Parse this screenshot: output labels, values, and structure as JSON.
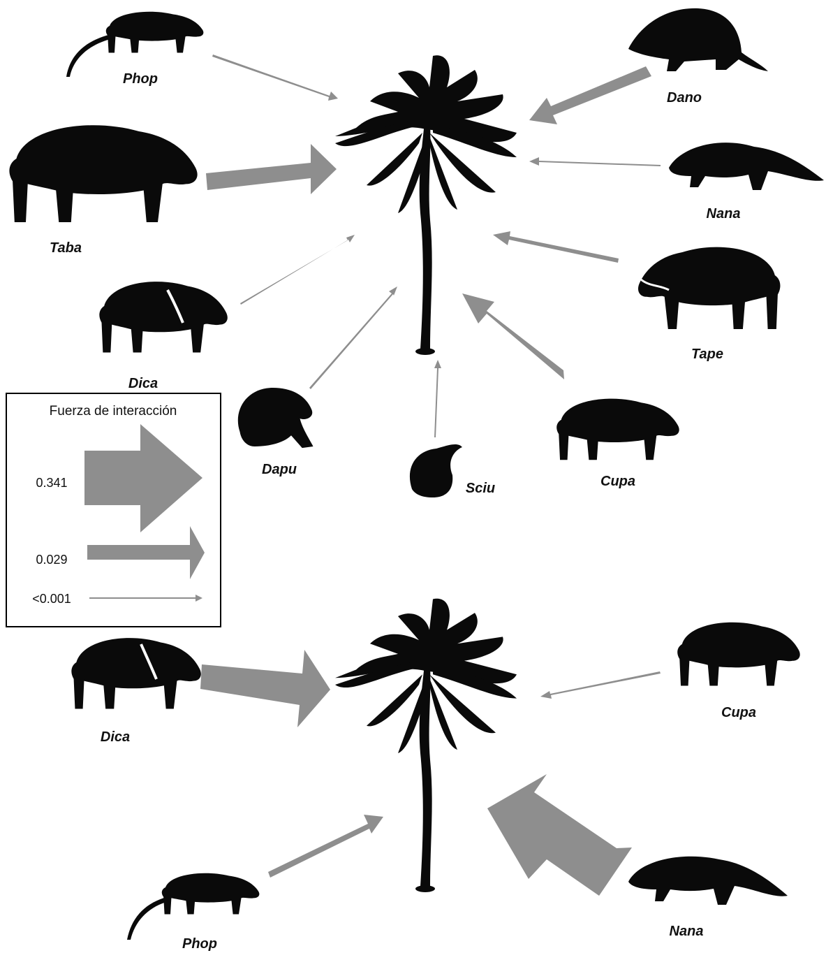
{
  "legend": {
    "title": "Fuerza de interacción",
    "entries": [
      "0.341",
      "0.029",
      "<0.001"
    ]
  },
  "networks": [
    {
      "animals": [
        "Phop",
        "Taba",
        "Dica",
        "Dapu",
        "Sciu",
        "Cupa",
        "Tape",
        "Nana",
        "Dano"
      ]
    },
    {
      "animals": [
        "Dica",
        "Cupa",
        "Phop",
        "Nana"
      ]
    }
  ],
  "colors": {
    "arrow": "#8e8e8e",
    "silhouette": "#0a0a0a",
    "background": "#ffffff"
  }
}
